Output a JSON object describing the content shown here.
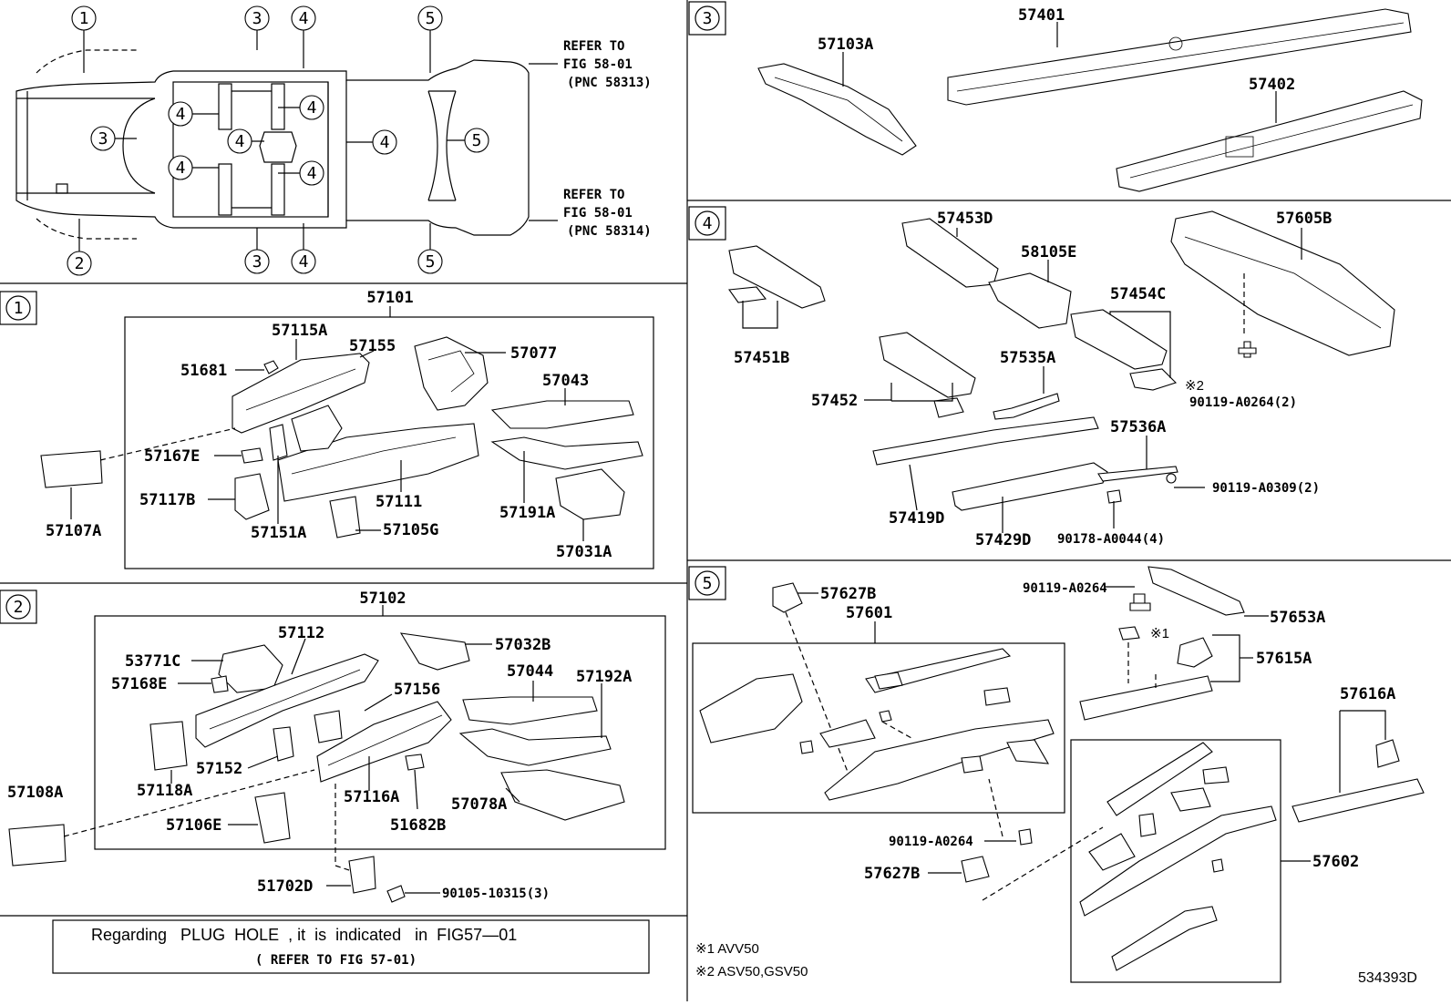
{
  "diagram_id": "534393D",
  "refer_upper": {
    "line1": "REFER TO",
    "line2": "FIG 58-01",
    "line3": "(PNC 58313)"
  },
  "refer_lower": {
    "line1": "REFER TO",
    "line2": "FIG 58-01",
    "line3": "(PNC 58314)"
  },
  "section_labels": {
    "s1": "1",
    "s2": "2",
    "s3": "3",
    "s4": "4",
    "s5": "5"
  },
  "overview_callouts": [
    "1",
    "3",
    "4",
    "5",
    "4",
    "4",
    "3",
    "4",
    "4",
    "4",
    "5",
    "4",
    "4",
    "2",
    "3",
    "4",
    "5"
  ],
  "section1_parts": {
    "group": "57101",
    "p57115A": "57115A",
    "p51681": "51681",
    "p57155": "57155",
    "p57077": "57077",
    "p57043": "57043",
    "p57167E": "57167E",
    "p57117B": "57117B",
    "p57111": "57111",
    "p57191A": "57191A",
    "p57151A": "57151A",
    "p57105G": "57105G",
    "p57031A": "57031A",
    "p57107A": "57107A"
  },
  "section2_parts": {
    "group": "57102",
    "p57112": "57112",
    "p53771C": "53771C",
    "p57168E": "57168E",
    "p57032B": "57032B",
    "p57044": "57044",
    "p57192A": "57192A",
    "p57156": "57156",
    "p57152": "57152",
    "p57118A": "57118A",
    "p57116A": "57116A",
    "p57078A": "57078A",
    "p57108A": "57108A",
    "p57106E": "57106E",
    "p51682B": "51682B",
    "p51702D": "51702D",
    "p90105": "90105-10315(3)"
  },
  "note": {
    "line1": "Regarding   PLUG  HOLE  , it  is  indicated   in  FIG57—01",
    "line2": "( REFER TO FIG 57-01)"
  },
  "section3_parts": {
    "p57401": "57401",
    "p57103A": "57103A",
    "p57402": "57402"
  },
  "section4_parts": {
    "p57453D": "57453D",
    "p58105E": "58105E",
    "p57605B": "57605B",
    "p57454C": "57454C",
    "p57451B": "57451B",
    "p57535A": "57535A",
    "note2": "※2",
    "p90119a": "90119-A0264(2)",
    "p57452": "57452",
    "p57536A": "57536A",
    "p90119b": "90119-A0309(2)",
    "p57419D": "57419D",
    "p57429D": "57429D",
    "p90178": "90178-A0044(4)"
  },
  "section5_parts": {
    "p57627B_top": "57627B",
    "p90119_top": "90119-A0264",
    "p57653A": "57653A",
    "p57601": "57601",
    "note1": "※1",
    "p57615A": "57615A",
    "p57616A": "57616A",
    "p90119_bottom": "90119-A0264",
    "p57602": "57602",
    "p57627B_bottom": "57627B"
  },
  "footnotes": {
    "f1": "※1 AVV50",
    "f2": "※2 ASV50,GSV50"
  }
}
